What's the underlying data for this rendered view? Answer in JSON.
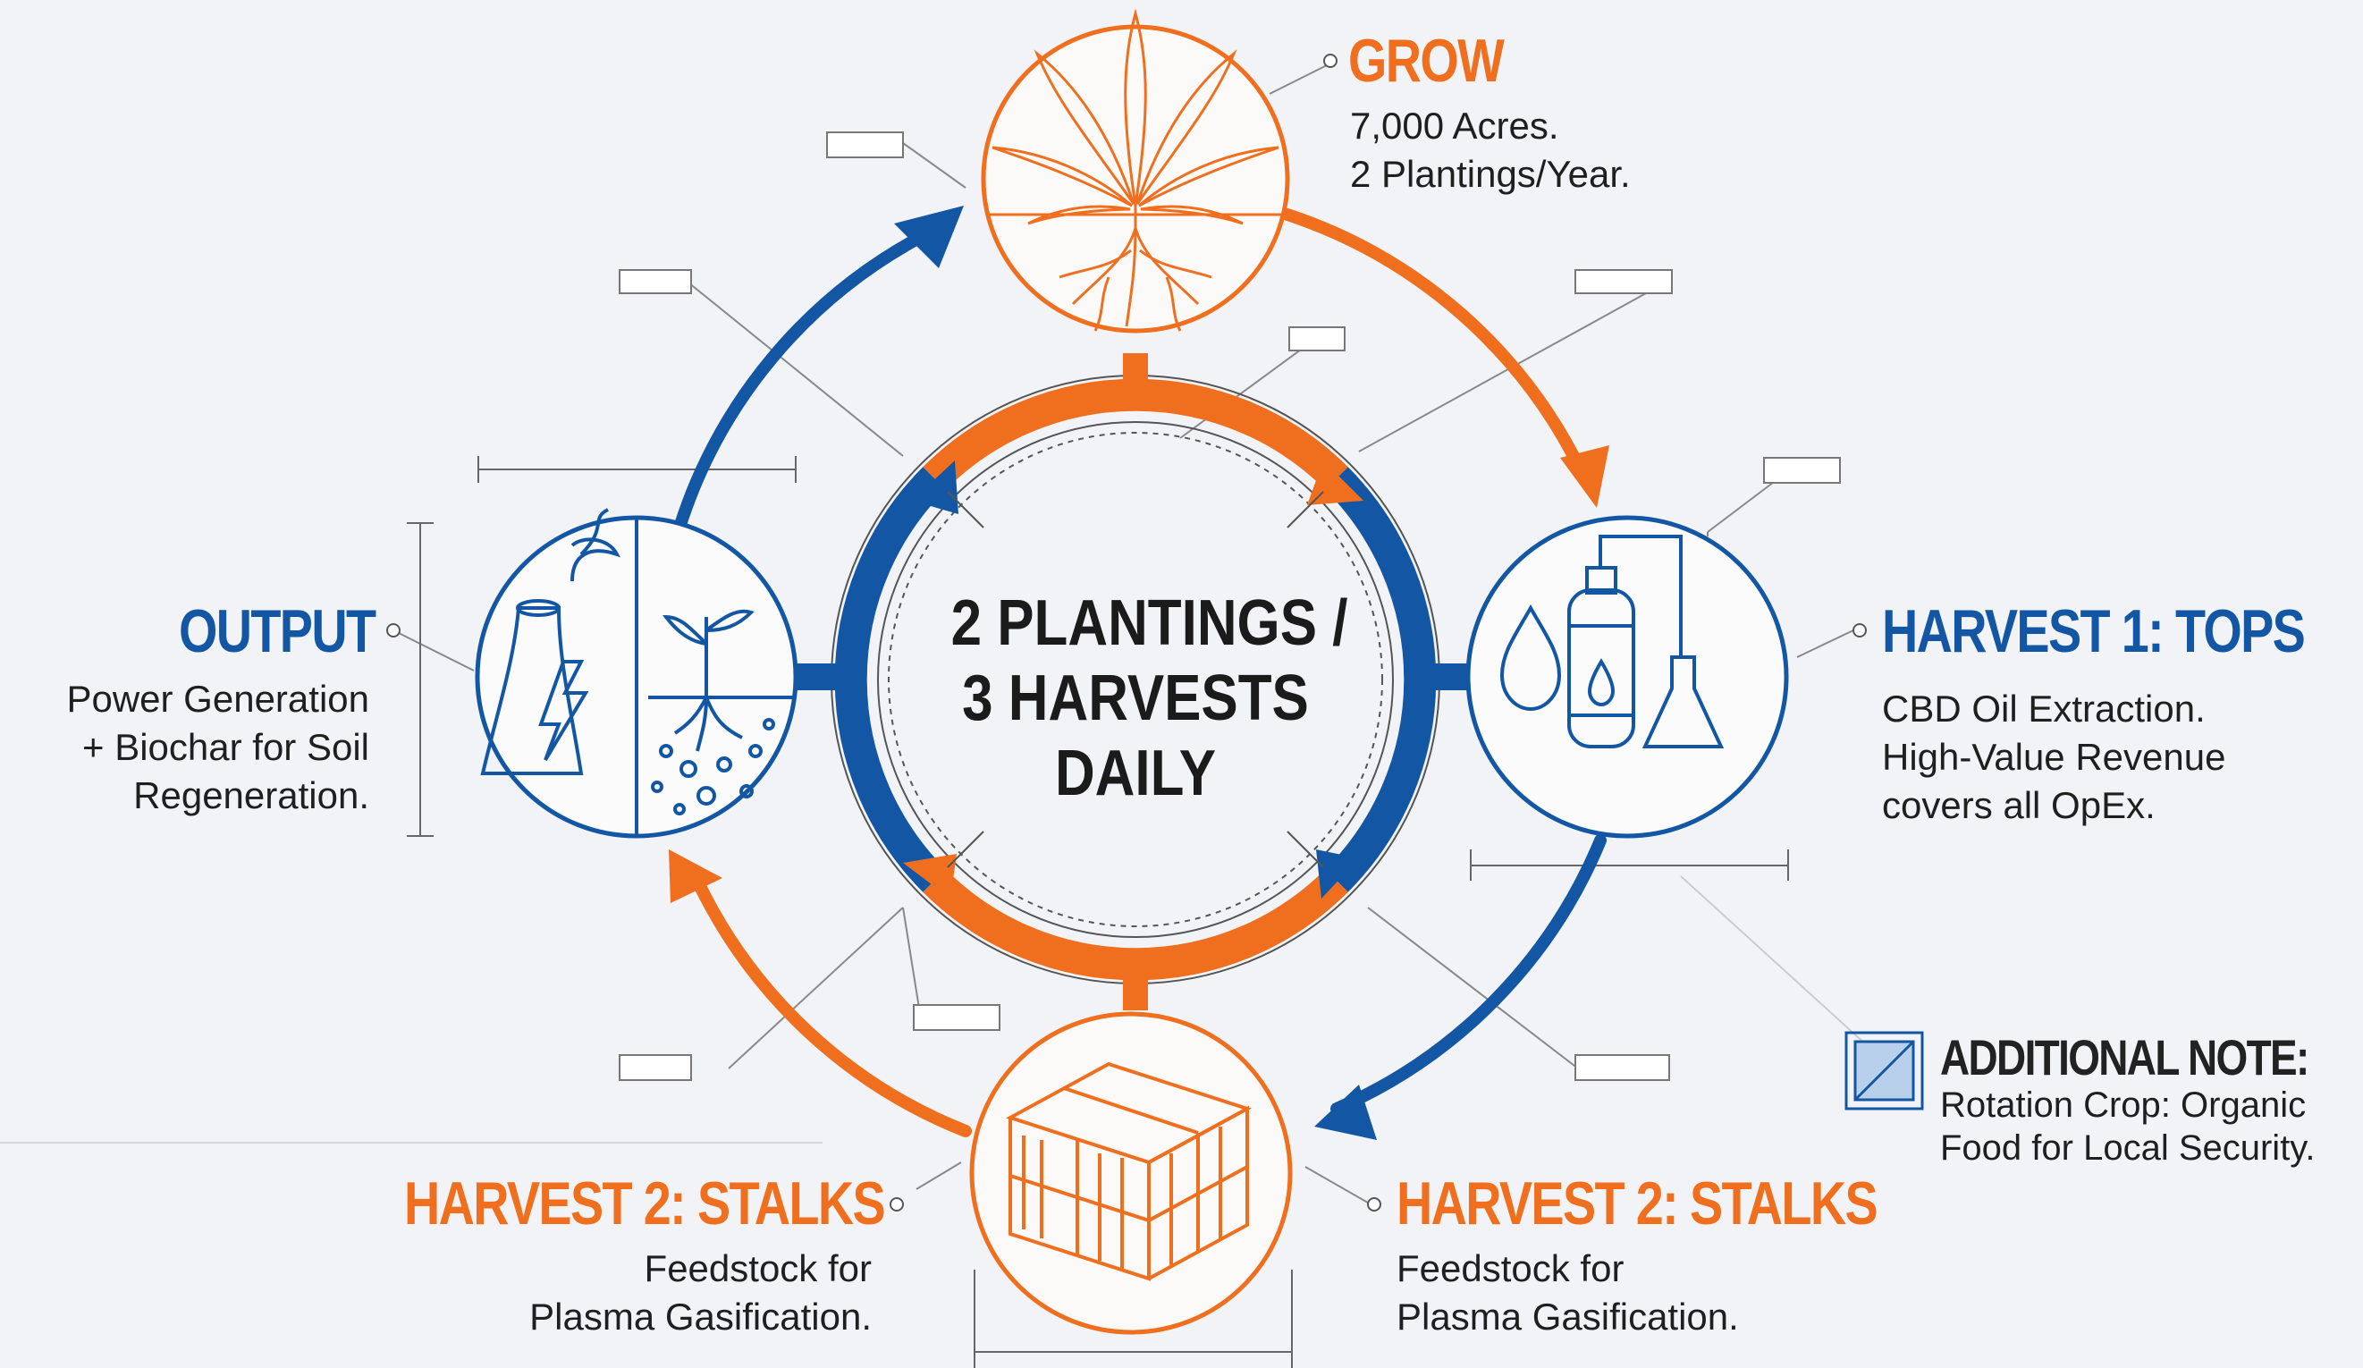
{
  "center": {
    "lines": [
      "2 PLANTINGS /",
      "3 HARVESTS",
      "DAILY"
    ]
  },
  "grow": {
    "title": "GROW",
    "lines": [
      "7,000 Acres.",
      "2 Plantings/Year."
    ]
  },
  "harvest1": {
    "title": "HARVEST 1: TOPS",
    "lines": [
      "CBD Oil Extraction.",
      "High-Value Revenue",
      "covers all OpEx."
    ]
  },
  "harvest2_left": {
    "title": "HARVEST 2: STALKS",
    "lines": [
      "Feedstock for",
      "Plasma Gasification."
    ]
  },
  "harvest2_right": {
    "title": "HARVEST 2: STALKS",
    "lines": [
      "Feedstock for",
      "Plasma Gasification."
    ]
  },
  "output": {
    "title": "OUTPUT",
    "lines": [
      "Power Generation",
      "+ Biochar for Soil",
      "Regeneration."
    ]
  },
  "note": {
    "title": "ADDITIONAL NOTE:",
    "lines": [
      "Rotation Crop: Organic",
      "Food for Local Security."
    ]
  },
  "colors": {
    "orange": "#ef6f1f",
    "blue": "#1357a4",
    "line": "#555555",
    "background": "#f1f3f6"
  },
  "icons": [
    "hemp-leaf-roots-icon",
    "oil-extraction-icon",
    "stalk-bales-icon",
    "power-biochar-icon",
    "note-square-icon"
  ]
}
